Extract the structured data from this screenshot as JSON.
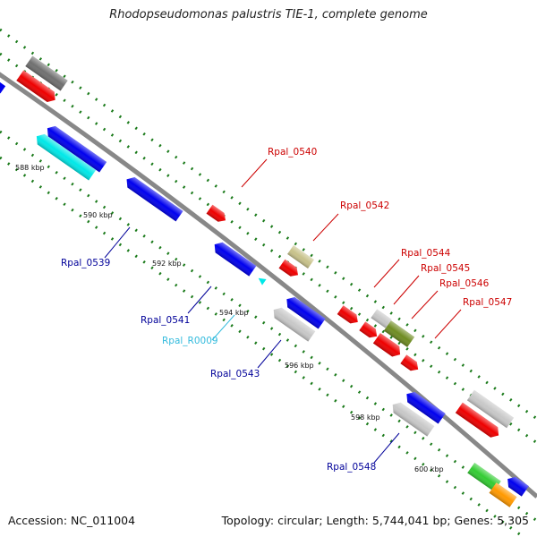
{
  "title": "Rhodopseudomonas palustris TIE-1, complete genome",
  "footer": {
    "accession": "Accession: NC_011004",
    "summary": "Topology: circular; Length: 5,744,041 bp; Genes: 5,305"
  },
  "kbp_labels": [
    "588 kbp",
    "590 kbp",
    "592 kbp",
    "594 kbp",
    "596 kbp",
    "598 kbp",
    "600 kbp"
  ],
  "gene_labels": {
    "Rpal_0540": "Rpal_0540",
    "Rpal_0542": "Rpal_0542",
    "Rpal_0544": "Rpal_0544",
    "Rpal_0545": "Rpal_0545",
    "Rpal_0546": "Rpal_0546",
    "Rpal_0547": "Rpal_0547",
    "Rpal_0539": "Rpal_0539",
    "Rpal_0541": "Rpal_0541",
    "Rpal_R0009": "Rpal_R0009",
    "Rpal_0543": "Rpal_0543",
    "Rpal_0548": "Rpal_0548"
  },
  "colors": {
    "backbone": "#888888",
    "red": "#ee0000",
    "blue": "#0000ee",
    "cyan": "#00e8e8",
    "gray": "#c8c8c8",
    "darkgray": "#707070",
    "olive": "#6f8c22",
    "khaki": "#c8c28a",
    "green": "#33cc33",
    "orange": "#ff9900",
    "tick": "#1a7a1a",
    "label_red": "#cc0000",
    "label_blue": "#000099",
    "label_cyan": "#33bbdd"
  }
}
